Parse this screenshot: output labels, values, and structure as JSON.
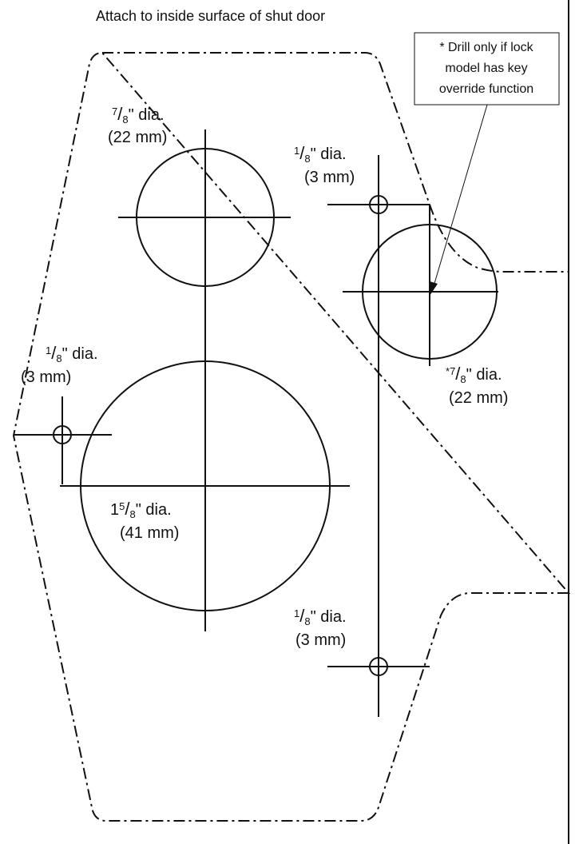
{
  "header": {
    "instruction": "Attach to inside surface of shut door"
  },
  "note_box": {
    "line1": "* Drill only if lock",
    "line2": "model has key",
    "line3": "override function"
  },
  "holes": {
    "upper_center": {
      "num": "7",
      "den": "8",
      "unit_suffix": "\" dia.",
      "metric": "(22 mm)"
    },
    "right_small": {
      "num": "1",
      "den": "8",
      "unit_suffix": "\" dia.",
      "metric": "(3 mm)"
    },
    "right_large": {
      "prefix": "*",
      "num": "7",
      "den": "8",
      "unit_suffix": "\" dia.",
      "metric": "(22 mm)"
    },
    "left_small": {
      "num": "1",
      "den": "8",
      "unit_suffix": "\" dia.",
      "metric": "(3 mm)"
    },
    "big_center": {
      "whole": "1",
      "num": "5",
      "den": "8",
      "unit_suffix": "\" dia.",
      "metric": "(41 mm)"
    },
    "bottom_small": {
      "num": "1",
      "den": "8",
      "unit_suffix": "\" dia.",
      "metric": "(3 mm)"
    }
  }
}
